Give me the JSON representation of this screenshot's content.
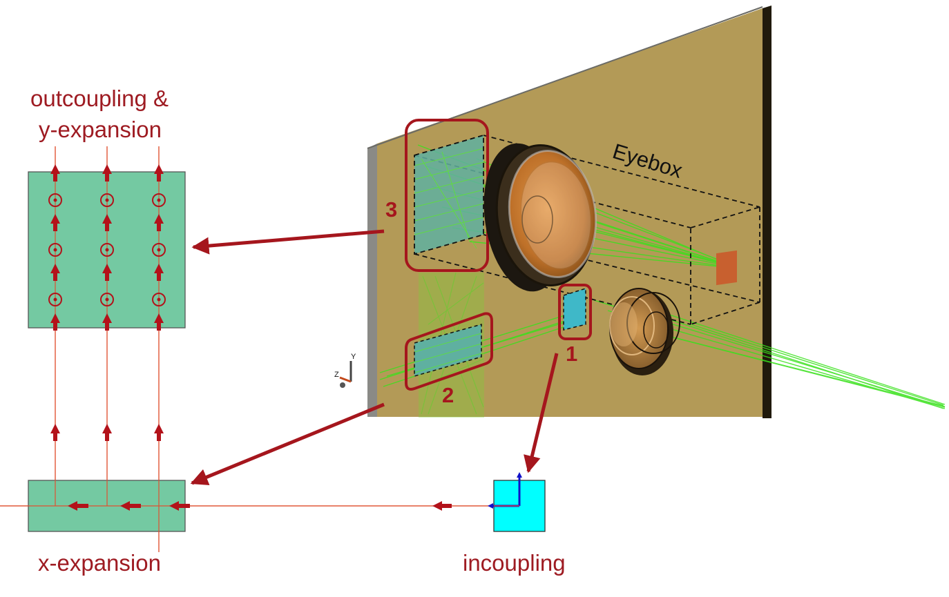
{
  "labels": {
    "outcoupling_line1": "outcoupling &",
    "outcoupling_line2": "y-expansion",
    "x_expansion": "x-expansion",
    "incoupling": "incoupling",
    "eyebox": "Eyebox"
  },
  "region_numbers": {
    "incoupler": "1",
    "expander": "2",
    "outcoupler": "3"
  },
  "axis_triad": {
    "y": "Y",
    "z": "Z"
  },
  "colors": {
    "label_red": "#9e1b22",
    "arrow_red": "#a5161d",
    "grating_green": "#74c9a2",
    "incoupler_cyan": "#00ffff",
    "plate_tan": "#b39a57",
    "ray_green": "#39e11c",
    "axis_blue": "#1010c8",
    "eyebox_square": "#c8602f"
  }
}
